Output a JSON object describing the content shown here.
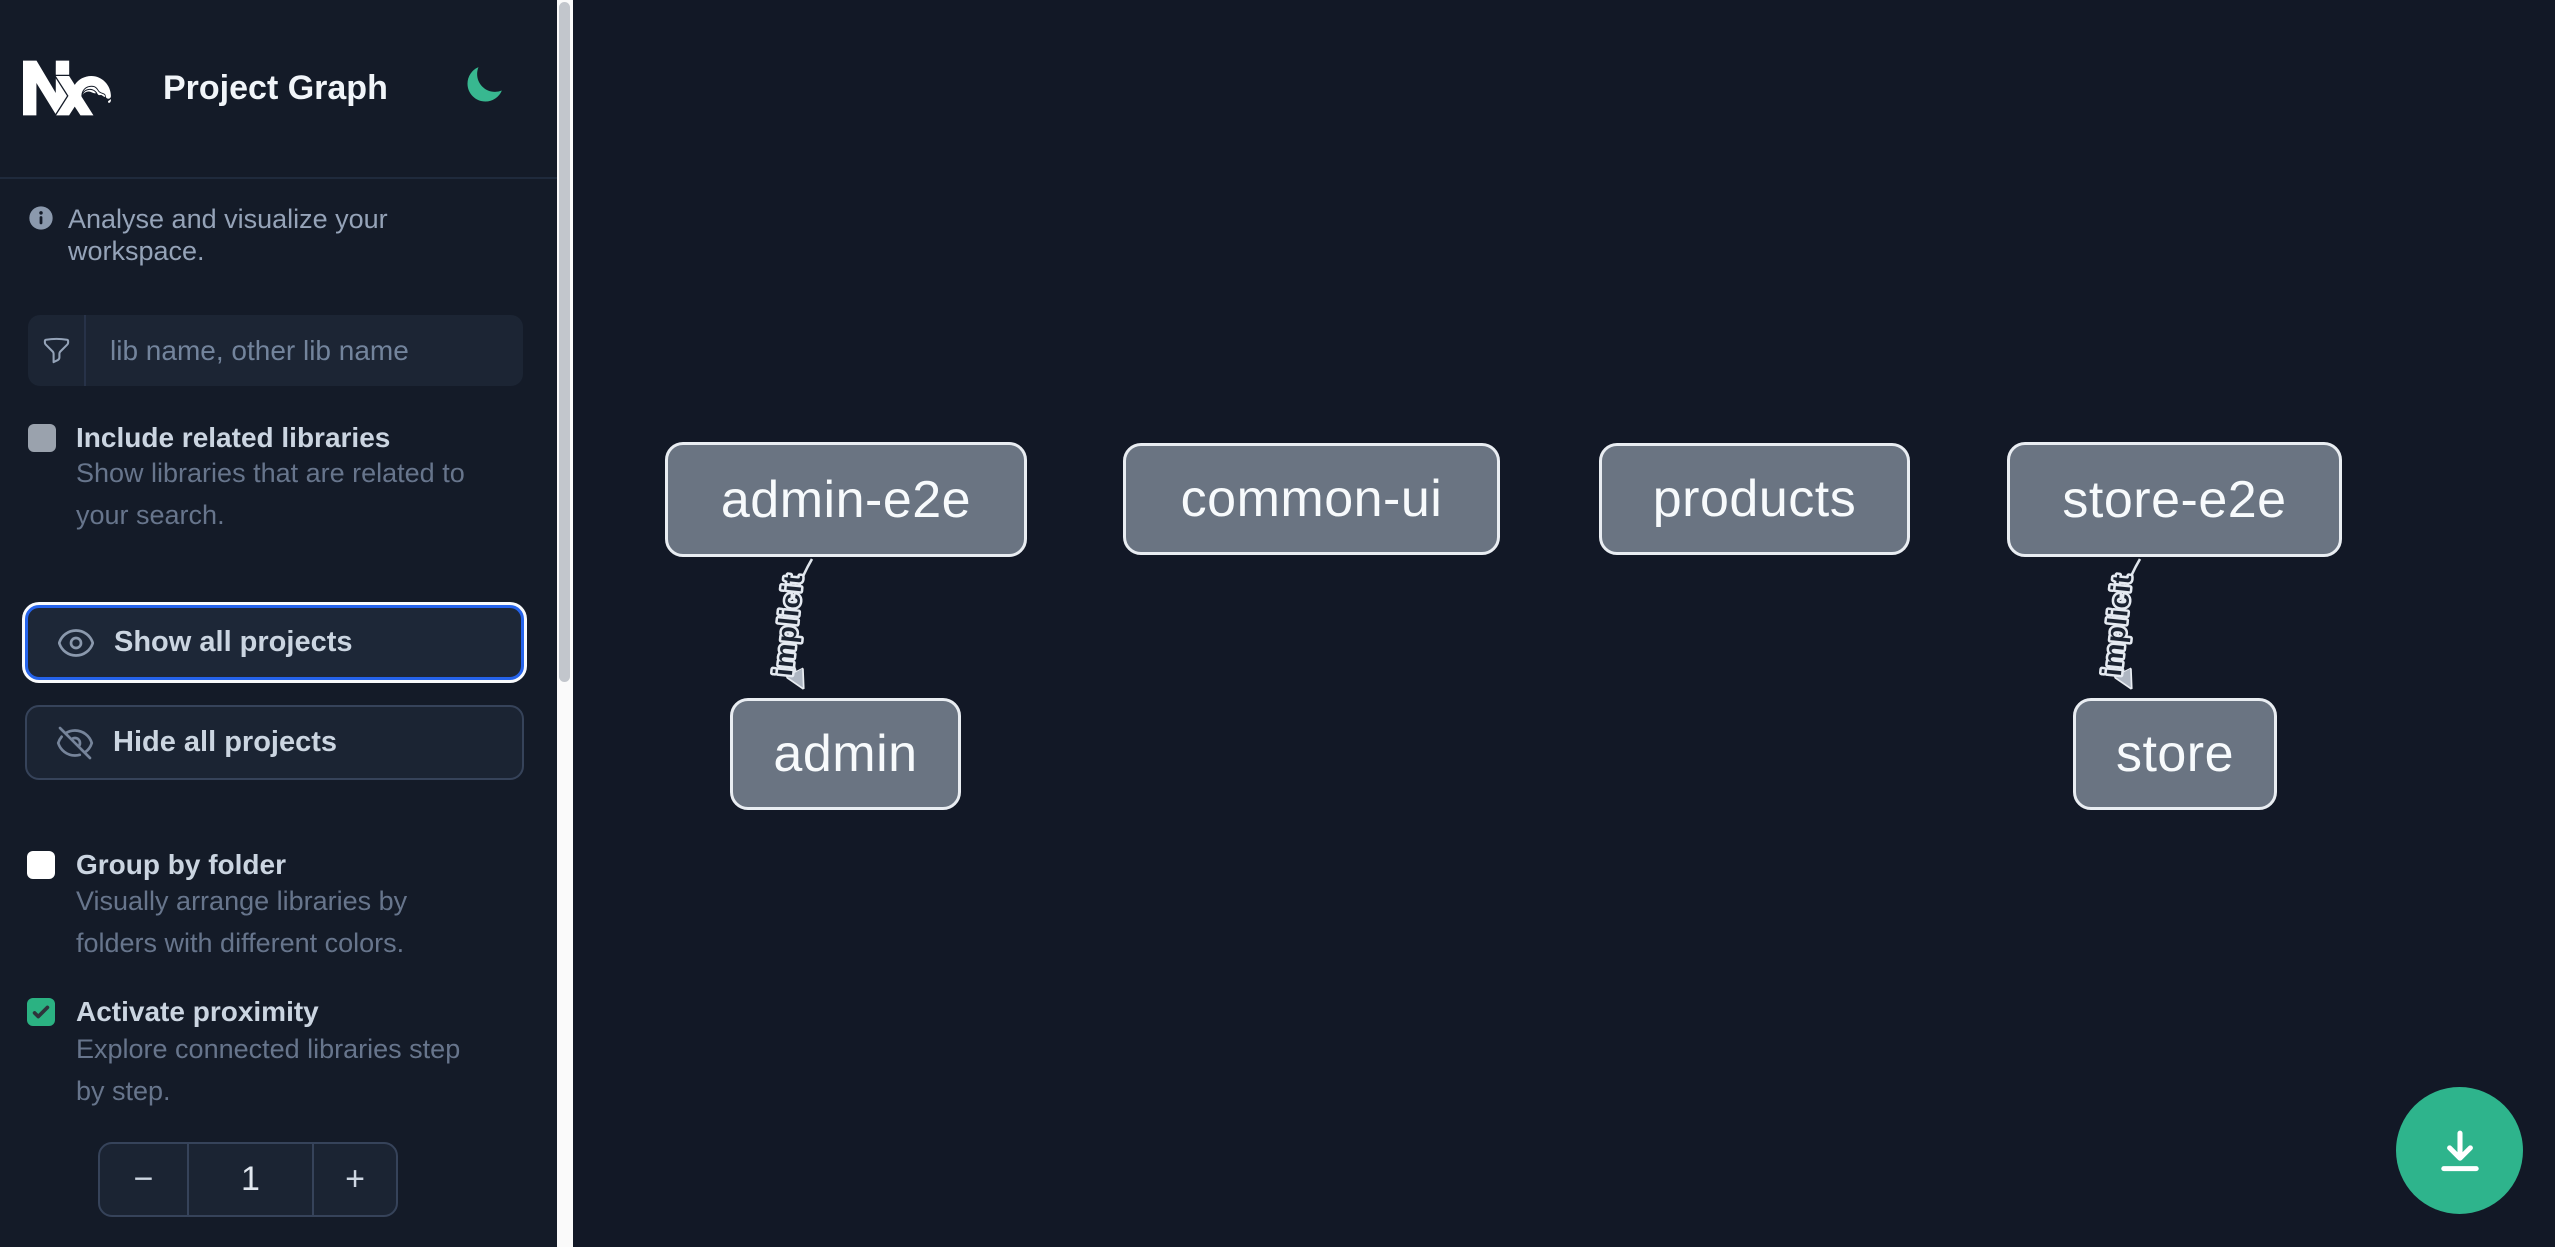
{
  "header": {
    "title": "Project Graph"
  },
  "sidebar": {
    "info_text": "Analyse and visualize your workspace.",
    "search": {
      "placeholder": "lib name, other lib name",
      "value": ""
    },
    "options": [
      {
        "label": "Include related libraries",
        "desc_lines": [
          "Show libraries that are related to",
          "your search."
        ],
        "checked": false
      },
      {
        "label": "Group by folder",
        "desc_lines": [
          "Visually arrange libraries by",
          "folders with different colors."
        ],
        "checked": false
      },
      {
        "label": "Activate proximity",
        "desc_lines": [
          "Explore connected libraries step",
          "by step."
        ],
        "checked": true
      }
    ],
    "buttons": [
      {
        "label": "Show all projects",
        "focused": true
      },
      {
        "label": "Hide all projects",
        "focused": false
      }
    ],
    "stepper": {
      "decrease": "−",
      "value": "1",
      "increase": "+"
    }
  },
  "graph": {
    "nodes": [
      {
        "label": "admin-e2e"
      },
      {
        "label": "common-ui"
      },
      {
        "label": "products"
      },
      {
        "label": "store-e2e"
      },
      {
        "label": "admin"
      },
      {
        "label": "store"
      }
    ],
    "edges": [
      {
        "from": "admin-e2e",
        "to": "admin",
        "label": "implicit"
      },
      {
        "from": "store-e2e",
        "to": "store",
        "label": "implicit"
      }
    ]
  },
  "colors": {
    "accent_blue": "#2563eb",
    "accent_green": "#2eb48c",
    "node_fill": "#6a7482",
    "sidebar_bg": "#141b28",
    "canvas_bg": "#121826"
  }
}
